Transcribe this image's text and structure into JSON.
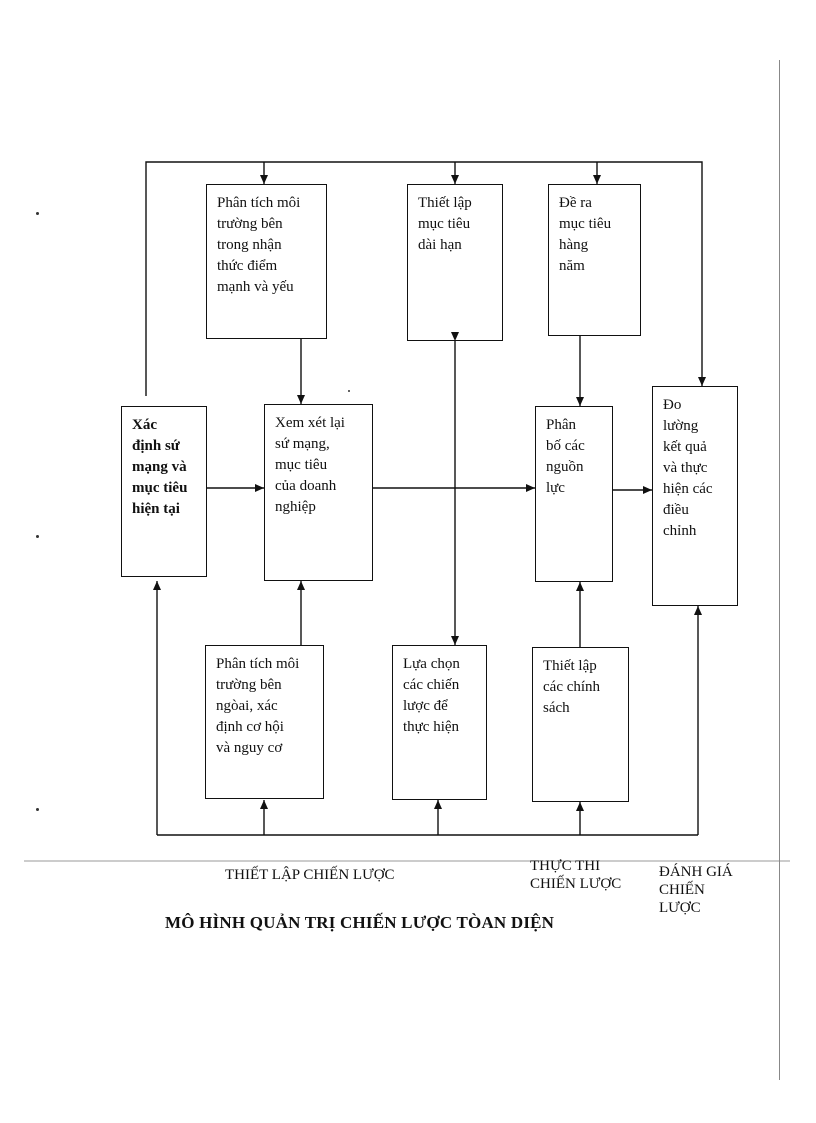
{
  "boxes": {
    "xac_dinh": "Xác\nđịnh sứ\nmạng và\nmục tiêu\nhiện tại",
    "phan_tich_ben_trong": "Phân tích môi\ntrường bên\ntrong nhận\nthức điểm\nmạnh và yếu",
    "xem_xet": "Xem xét lại\nsứ mạng,\nmục tiêu\ncủa doanh\nnghiệp",
    "phan_tich_ben_ngoai": "Phân tích môi\ntrường bên\nngòai, xác\nđịnh cơ hội\nvà nguy cơ",
    "thiet_lap_dai_han": "Thiết lập\nmục tiêu\ndài hạn",
    "lua_chon": "Lựa chọn\ncác  chiến\nlược để\nthực hiện",
    "de_ra": "Đề ra\nmục tiêu\nhàng\nnăm",
    "phan_bo": "Phân\nbố các\nnguồn\nlực",
    "thiet_lap_chinh_sach": "Thiết lập\ncác chính\nsách",
    "do_luong": "Đo\nlường\nkết quả\nvà thực\nhiện các\nđiều\nchỉnh"
  },
  "stages": {
    "formulation": "THIẾT LẬP CHIẾN LƯỢC",
    "implementation": "THỰC THI\nCHIẾN LƯỢC",
    "evaluation": "ĐÁNH GIÁ\nCHIẾN\nLƯỢC"
  },
  "title": "MÔ HÌNH QUẢN TRỊ CHIẾN LƯỢC TÒAN DIỆN"
}
